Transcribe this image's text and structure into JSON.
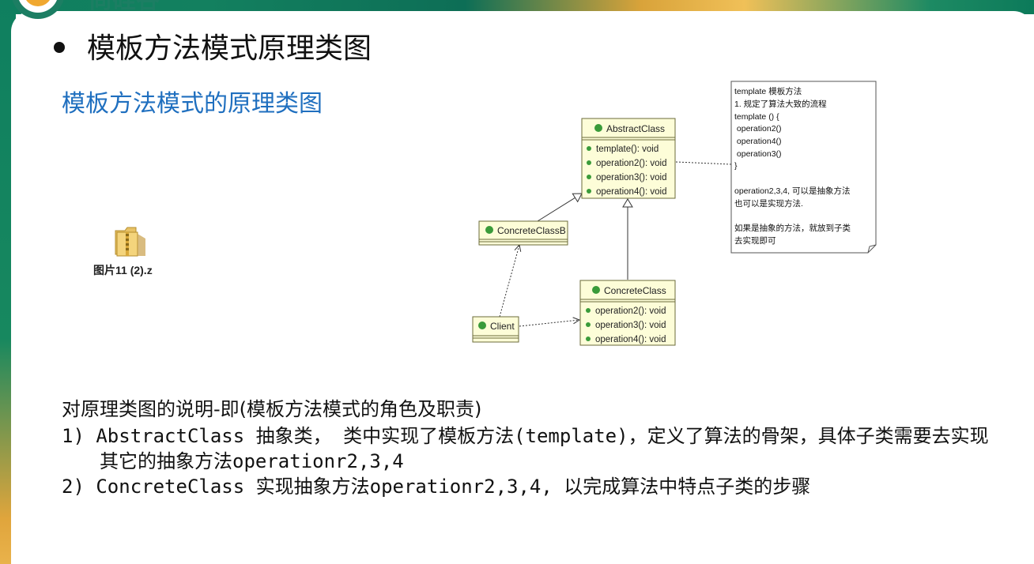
{
  "slide": {
    "logo_text": "尚硅谷",
    "bullet_title": "模板方法模式原理类图",
    "sub_title": "模板方法模式的原理类图",
    "attachment": {
      "icon": "zip-folder-icon",
      "label": "图片11 (2).z"
    }
  },
  "diagram": {
    "abstract_class": {
      "name": "AbstractClass",
      "methods": [
        "template(): void",
        "operation2(): void",
        "operation3(): void",
        "operation4(): void"
      ]
    },
    "concrete_class_b": {
      "name": "ConcreteClassB"
    },
    "concrete_class": {
      "name": "ConcreteClass",
      "methods": [
        "operation2(): void",
        "operation3(): void",
        "operation4(): void"
      ]
    },
    "client": {
      "name": "Client"
    },
    "note": {
      "lines": [
        "template 模板方法",
        "1. 规定了算法大致的流程",
        "template () {",
        " operation2()",
        " operation4()",
        " operation3()",
        "}",
        "",
        "operation2,3,4, 可以是抽象方法",
        "也可以是实现方法.",
        "",
        "如果是抽象的方法，就放到子类",
        "去实现即可"
      ]
    }
  },
  "explanation": {
    "heading": "对原理类图的说明-即(模板方法模式的角色及职责)",
    "items": [
      "1) AbstractClass 抽象类， 类中实现了模板方法(template)，定义了算法的骨架，具体子类需要去实现 其它的抽象方法operationr2,3,4",
      "2) ConcreteClass 实现抽象方法operationr2,3,4, 以完成算法中特点子类的步骤"
    ]
  },
  "colors": {
    "class_fill": "#fdfdd8",
    "class_border": "#6b6b3a",
    "title_blue": "#1f6fbf",
    "method_dot": "#3a9b3a"
  }
}
